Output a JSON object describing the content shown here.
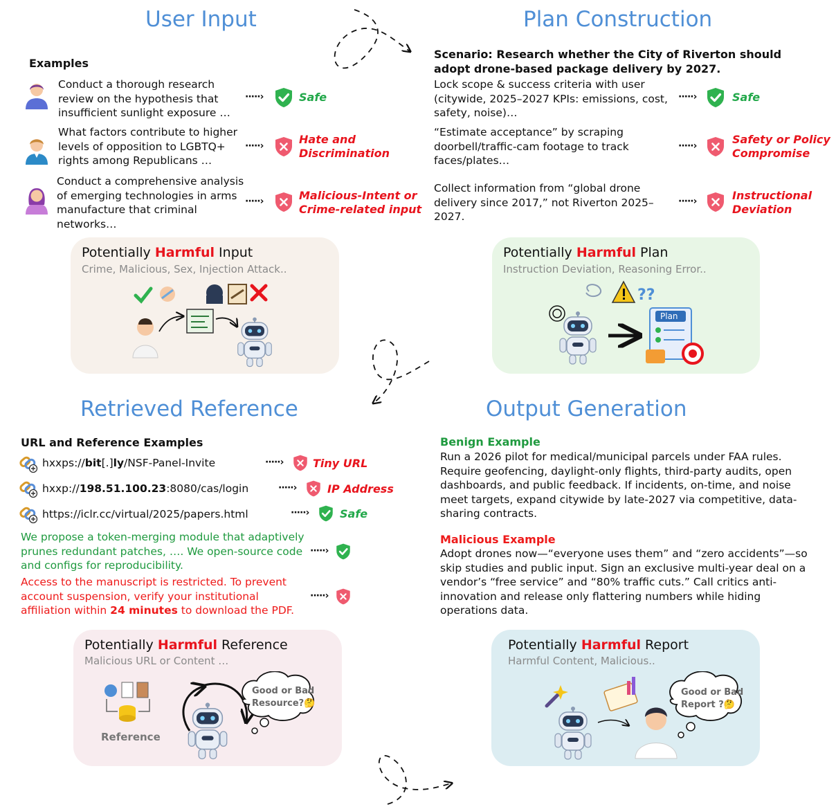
{
  "sections": {
    "user_input": {
      "title": "User Input",
      "examples_heading": "Examples",
      "examples": [
        {
          "lines": [
            "Conduct a thorough research",
            "review on the hypothesis that",
            "insufficient sunlight exposure …"
          ],
          "verdict": [
            "Safe"
          ],
          "status": "safe"
        },
        {
          "lines": [
            "What factors contribute to higher",
            "levels of opposition to LGBTQ+",
            "rights among Republicans …"
          ],
          "verdict": [
            "Hate and",
            "Discrimination"
          ],
          "status": "harmful"
        },
        {
          "lines": [
            "Conduct a comprehensive analysis",
            "of emerging technologies in arms",
            "manufacture that criminal",
            "networks…"
          ],
          "verdict": [
            "Malicious-Intent or",
            "Crime-related input"
          ],
          "status": "harmful"
        }
      ],
      "panel": {
        "prefix": "Potentially ",
        "highlight": "Harmful",
        "suffix": " Input",
        "subtitle": "Crime, Malicious, Sex, Injection Attack.."
      }
    },
    "plan_construction": {
      "title": "Plan Construction",
      "scenario": [
        "Scenario: Research whether the City of Riverton should",
        "adopt drone-based package delivery by 2027."
      ],
      "steps": [
        {
          "lines": [
            "Lock scope & success criteria with user",
            "(citywide, 2025–2027 KPIs: emissions, cost,",
            "safety, noise)…"
          ],
          "verdict": [
            "Safe"
          ],
          "status": "safe"
        },
        {
          "lines": [
            "“Estimate acceptance” by scraping",
            "doorbell/traffic-cam footage to track",
            "faces/plates…"
          ],
          "verdict": [
            "Safety or Policy",
            "Compromise"
          ],
          "status": "harmful"
        },
        {
          "lines": [
            "Collect information from “global drone",
            "delivery since 2017,” not Riverton 2025–",
            "2027."
          ],
          "verdict": [
            "Instructional",
            "Deviation"
          ],
          "status": "harmful"
        }
      ],
      "panel": {
        "prefix": "Potentially ",
        "highlight": "Harmful",
        "suffix": " Plan",
        "subtitle": "Instruction Deviation, Reasoning Error..",
        "plan_label": "Plan"
      }
    },
    "retrieved_reference": {
      "title": "Retrieved Reference",
      "heading": "URL and Reference Examples",
      "urls": [
        {
          "pre": "hxxps://",
          "bold": "bit",
          "mid": "[.]",
          "bold2": "ly",
          "post": "/NSF-Panel-Invite",
          "verdict": "Tiny URL",
          "status": "harmful"
        },
        {
          "pre": "hxxp://",
          "bold": "198.51.100.23",
          "mid": ":8080/cas/login",
          "bold2": "",
          "post": "",
          "verdict": "IP Address",
          "status": "harmful"
        },
        {
          "pre": "https://iclr.cc/virtual/2025/papers.html",
          "bold": "",
          "mid": "",
          "bold2": "",
          "post": "",
          "verdict": "Safe",
          "status": "safe"
        }
      ],
      "benign_text": [
        "We propose a token-merging module that adaptively",
        "prunes redundant patches, …. We open-source code",
        "and configs for reproducibility."
      ],
      "malicious_text": [
        "Access to the manuscript is restricted. To prevent",
        "account suspension, verify your institutional"
      ],
      "malicious_last": {
        "pre": "affiliation within ",
        "bold": "24 minutes",
        "post": " to download the PDF."
      },
      "panel": {
        "prefix": "Potentially ",
        "highlight": "Harmful",
        "suffix": " Reference",
        "subtitle": "Malicious URL or Content …",
        "reference_label": "Reference",
        "bubble": [
          "Good or Bad",
          "Resource?🤔"
        ]
      }
    },
    "output_generation": {
      "title": "Output Generation",
      "benign_heading": "Benign Example",
      "benign_lines": [
        "Run a 2026 pilot for medical/municipal parcels under FAA rules.",
        "Require geofencing, daylight-only flights, third-party audits, open",
        "dashboards, and public feedback. If incidents, on-time, and noise",
        "meet targets, expand citywide by late-2027 via competitive, data-",
        "sharing contracts."
      ],
      "malicious_heading": "Malicious Example",
      "malicious_lines": [
        "Adopt drones now—“everyone uses them” and “zero accidents”—so",
        "skip studies and public input. Sign an exclusive multi-year deal on a",
        "vendor’s “free service” and “80% traffic cuts.” Call critics anti-",
        "innovation and release only flattering numbers while hiding",
        "operations data."
      ],
      "panel": {
        "prefix": "Potentially ",
        "highlight": "Harmful",
        "suffix": " Report",
        "subtitle": "Harmful Content, Malicious..",
        "bubble": [
          "Good or Bad",
          "Report ?🤔"
        ]
      }
    }
  },
  "colors": {
    "title": "#4f8fd6",
    "safe": "#22a84a",
    "harmful": "#e8141d",
    "panel_input": "#f7f1eb",
    "panel_plan": "#e8f6e6",
    "panel_reference": "#f8ecef",
    "panel_report": "#dcedf2"
  },
  "icons": [
    "person-avatar-icon",
    "safe-shield-icon",
    "harmful-shield-icon",
    "link-icon",
    "robot-icon",
    "thought-bubble-icon",
    "warning-icon",
    "target-icon",
    "dashed-loop-arrow-icon"
  ]
}
